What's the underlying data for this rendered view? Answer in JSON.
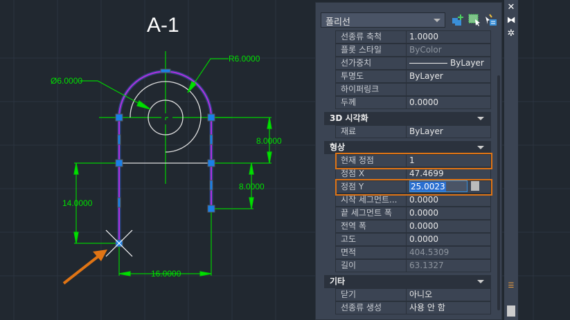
{
  "drawing": {
    "title": "A-1",
    "dims": {
      "radius": "R6.0000",
      "diameter": "Ø6.0000",
      "d8a": "8.0000",
      "d8b": "8.0000",
      "d14": "14.0000",
      "d16": "16.0000"
    },
    "colors": {
      "polyline": "#b030e0",
      "dim": "#00e000",
      "grip": "#1a7fe8",
      "arrow": "#e07414"
    }
  },
  "panel": {
    "object_type": "폴리선",
    "icons": [
      "quick-select-icon",
      "select-objects-icon",
      "toggle-pickadd-icon"
    ],
    "general": [
      {
        "label": "선종류 축척",
        "value": "1.0000"
      },
      {
        "label": "플롯 스타일",
        "value": "ByColor"
      },
      {
        "label": "선가중치",
        "value": "ByLayer"
      },
      {
        "label": "투명도",
        "value": "ByLayer"
      },
      {
        "label": "하이퍼링크",
        "value": ""
      },
      {
        "label": "두께",
        "value": "0.0000"
      }
    ],
    "sec3d": {
      "title": "3D 시각화",
      "rows": [
        {
          "label": "재료",
          "value": "ByLayer"
        }
      ]
    },
    "geometry": {
      "title": "형상",
      "rows": [
        {
          "label": "현재 정점",
          "value": "1"
        },
        {
          "label": "정점 X",
          "value": "47.4699"
        },
        {
          "label": "정점 Y",
          "value": "25.0023"
        },
        {
          "label": "시작 세그먼트...",
          "value": "0.0000"
        },
        {
          "label": "끝 세그먼트 폭",
          "value": "0.0000"
        },
        {
          "label": "전역 폭",
          "value": "0.0000"
        },
        {
          "label": "고도",
          "value": "0.0000"
        },
        {
          "label": "면적",
          "value": "404.5309"
        },
        {
          "label": "길이",
          "value": "63.1327"
        }
      ]
    },
    "misc": {
      "title": "기타",
      "rows": [
        {
          "label": "닫기",
          "value": "아니오"
        },
        {
          "label": "선종류 생성",
          "value": "사용 안 함"
        }
      ]
    }
  }
}
